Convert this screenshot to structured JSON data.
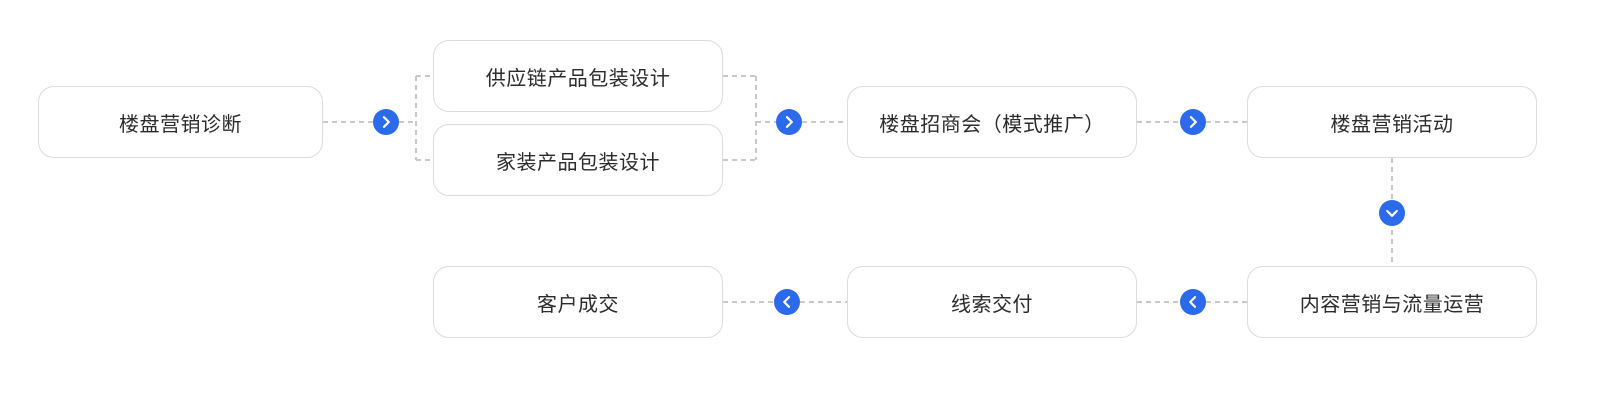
{
  "diagram": {
    "colors": {
      "accent": "#2b6aea",
      "line_color": "#c9c9c9",
      "node_border": "#dcdcdc",
      "node_text": "#2b2b2b",
      "canvas_bg": "#ffffff"
    },
    "nodes": [
      {
        "id": "marketing-diagnosis",
        "label": "楼盘营销诊断"
      },
      {
        "id": "supply-chain-packaging",
        "label": "供应链产品包装设计"
      },
      {
        "id": "home-decor-packaging",
        "label": "家装产品包装设计"
      },
      {
        "id": "investment-fair",
        "label": "楼盘招商会（模式推广）"
      },
      {
        "id": "marketing-activity",
        "label": "楼盘营销活动"
      },
      {
        "id": "content-traffic-ops",
        "label": "内容营销与流量运营"
      },
      {
        "id": "lead-delivery",
        "label": "线索交付"
      },
      {
        "id": "customer-deal",
        "label": "客户成交"
      }
    ],
    "arrows": [
      {
        "icon": "chevron-right-icon",
        "direction": "right"
      },
      {
        "icon": "chevron-right-icon",
        "direction": "right"
      },
      {
        "icon": "chevron-right-icon",
        "direction": "right"
      },
      {
        "icon": "chevron-down-icon",
        "direction": "down"
      },
      {
        "icon": "chevron-left-icon",
        "direction": "left"
      },
      {
        "icon": "chevron-left-icon",
        "direction": "left"
      }
    ]
  }
}
